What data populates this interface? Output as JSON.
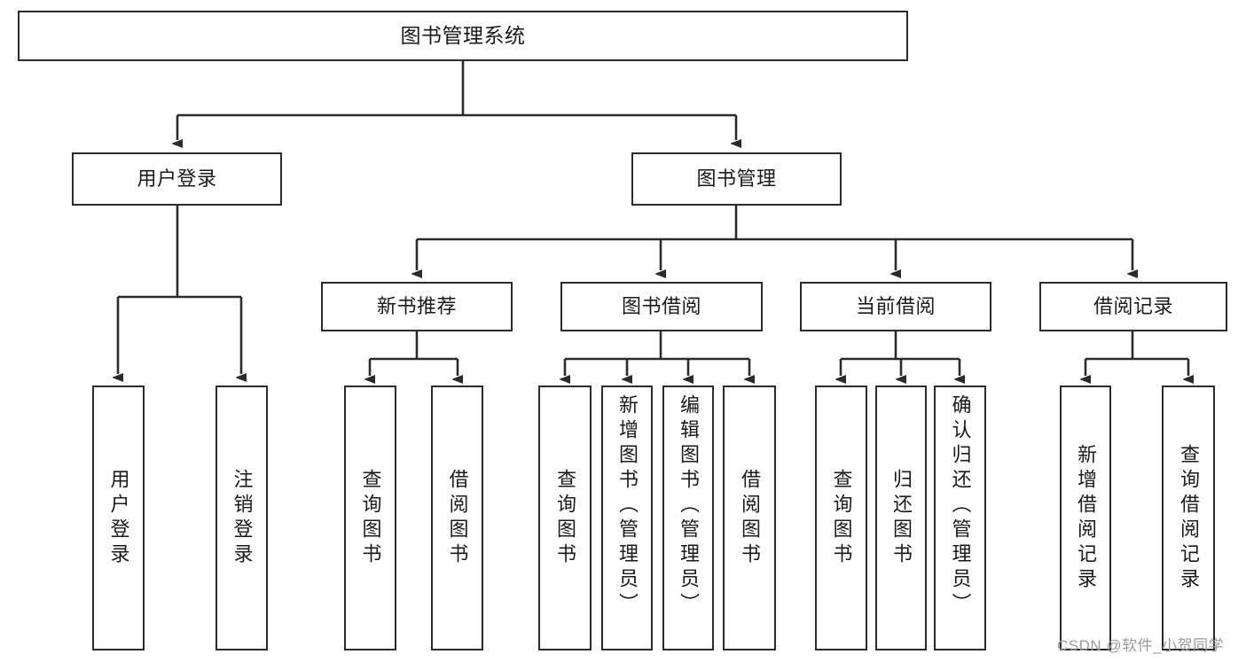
{
  "diagram": {
    "title_label": "图书管理系统",
    "theme": {
      "background": "#ffffff",
      "box_border": "#2b2b2b",
      "box_fill": "#ffffff",
      "text": "#1a1a1a",
      "connector": "#2b2b2b",
      "watermark": "#9a9a9a"
    },
    "root": {
      "label": "图书管理系统"
    },
    "level2": [
      {
        "label": "用户登录"
      },
      {
        "label": "图书管理"
      }
    ],
    "level3": [
      {
        "label": "新书推荐"
      },
      {
        "label": "图书借阅"
      },
      {
        "label": "当前借阅"
      },
      {
        "label": "借阅记录"
      }
    ],
    "leaves": {
      "user_login": [
        {
          "label": "用户登录"
        },
        {
          "label": "注销登录"
        }
      ],
      "new_book_recommend": [
        {
          "label": "查询图书"
        },
        {
          "label": "借阅图书"
        }
      ],
      "book_borrow": [
        {
          "label": "查询图书"
        },
        {
          "label": "新增图书（管理员）"
        },
        {
          "label": "编辑图书（管理员）"
        },
        {
          "label": "借阅图书"
        }
      ],
      "current_borrow": [
        {
          "label": "查询图书"
        },
        {
          "label": "归还图书"
        },
        {
          "label": "确认归还（管理员）"
        }
      ],
      "borrow_records": [
        {
          "label": "新增借阅记录"
        },
        {
          "label": "查询借阅记录"
        }
      ]
    }
  },
  "watermark": {
    "text": "CSDN @软件_小贺同学"
  }
}
